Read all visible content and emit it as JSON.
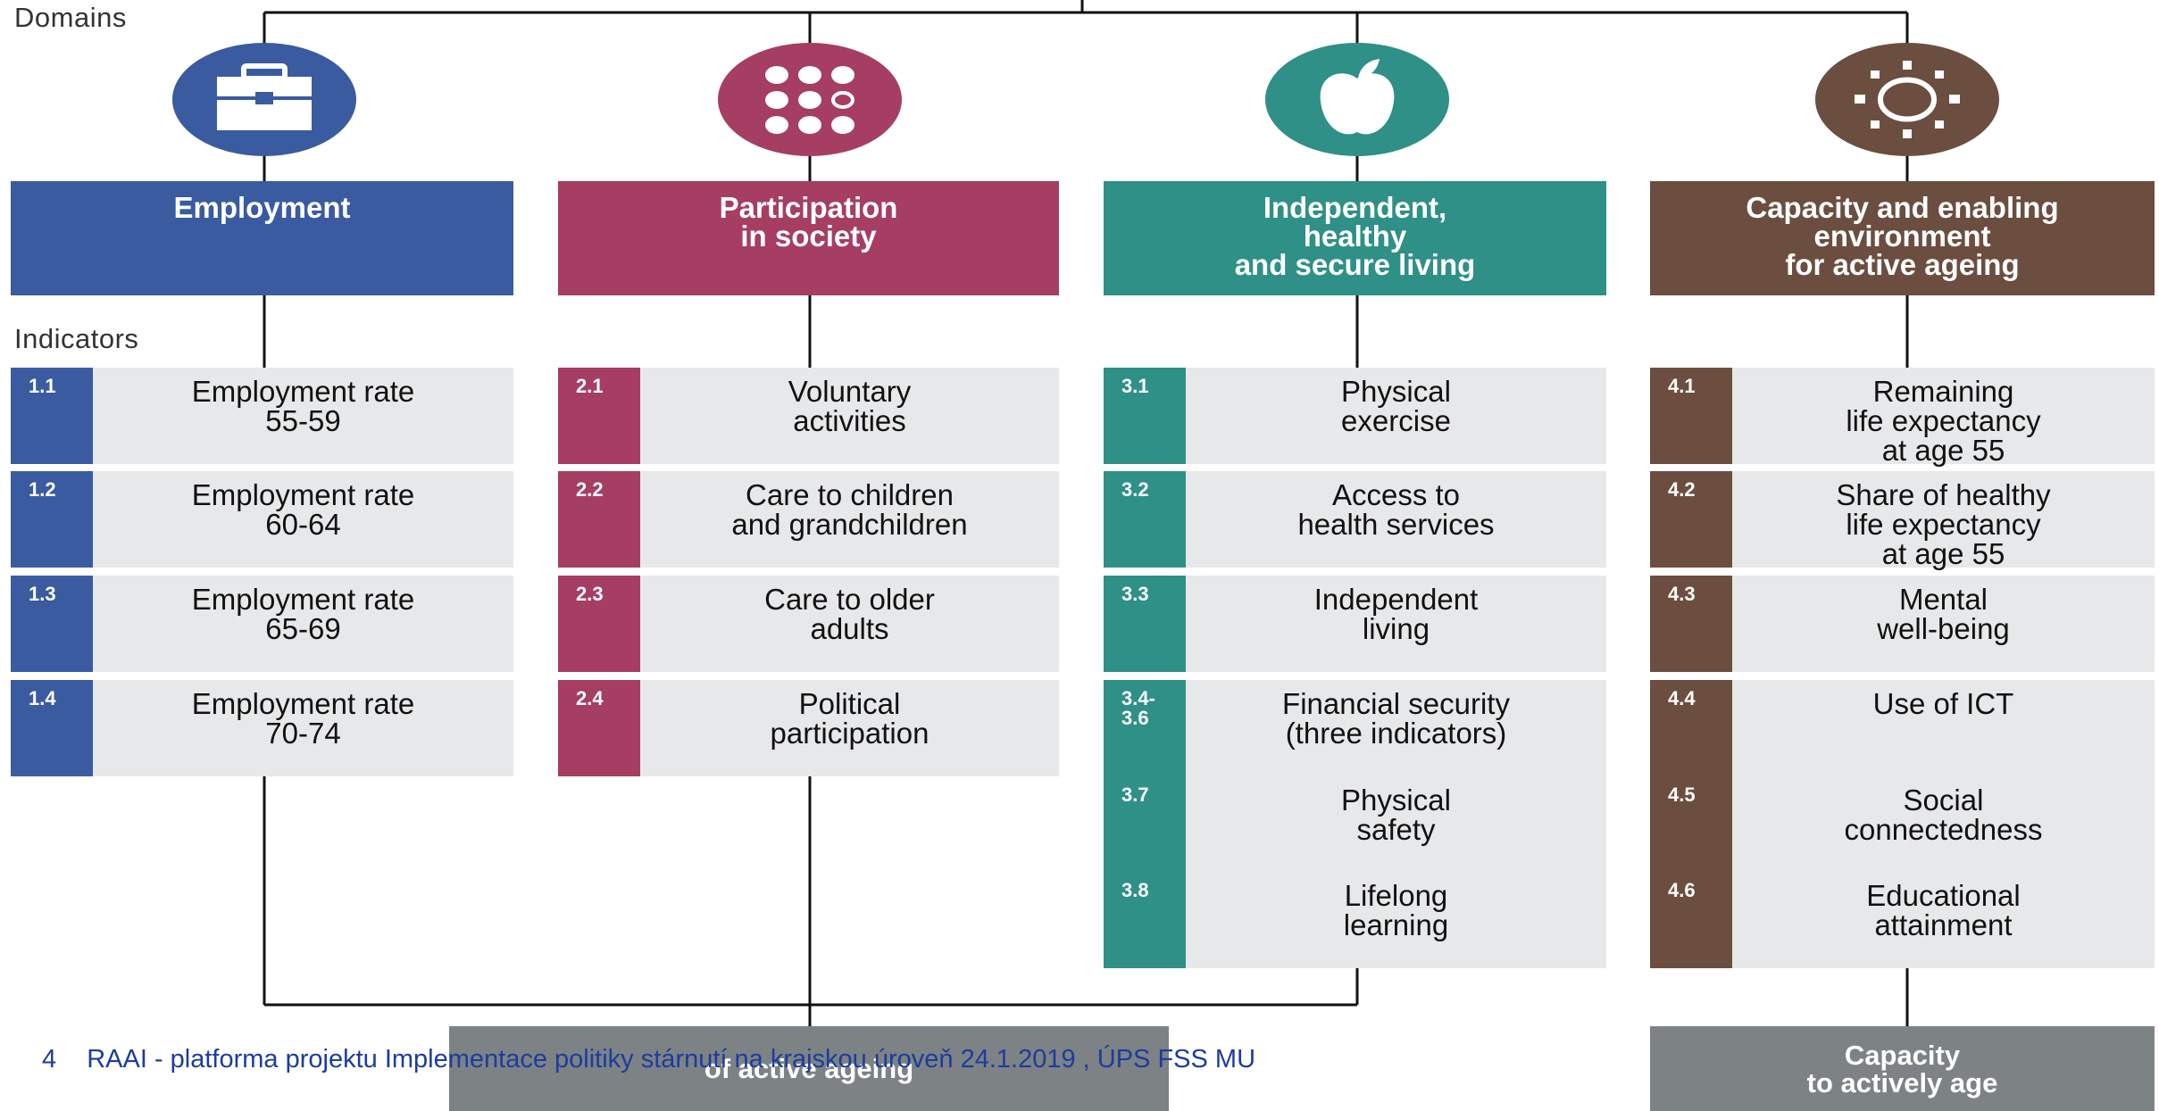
{
  "labels": {
    "domains": "Domains",
    "indicators": "Indicators"
  },
  "colors": {
    "employment": "#3a5ba0",
    "participation": "#a63d62",
    "independent": "#2e9086",
    "capacity": "#6b4e3f",
    "outcome": "#7d8285",
    "line": "#111111",
    "footer": "#1c3c9e"
  },
  "domains": [
    {
      "name": "Employment",
      "lines": [
        "Employment"
      ],
      "icon": "briefcase-icon",
      "color": "#3a5ba0"
    },
    {
      "name": "Participation in society",
      "lines": [
        "Participation",
        "in society"
      ],
      "icon": "dots-grid-icon",
      "color": "#a63d62"
    },
    {
      "name": "Independent, healthy and secure living",
      "lines": [
        "Independent,",
        "healthy",
        "and secure living"
      ],
      "icon": "apple-icon",
      "color": "#2e9086"
    },
    {
      "name": "Capacity and enabling environment for active ageing",
      "lines": [
        "Capacity and enabling",
        "environment",
        "for active ageing"
      ],
      "icon": "sun-icon",
      "color": "#6b4e3f"
    }
  ],
  "indicators": [
    [
      {
        "num": "1.1",
        "label": "Employment rate\n55-59"
      },
      {
        "num": "1.2",
        "label": "Employment rate\n60-64"
      },
      {
        "num": "1.3",
        "label": "Employment rate\n65-69"
      },
      {
        "num": "1.4",
        "label": "Employment rate\n70-74"
      }
    ],
    [
      {
        "num": "2.1",
        "label": "Voluntary\nactivities"
      },
      {
        "num": "2.2",
        "label": "Care to children\nand grandchildren"
      },
      {
        "num": "2.3",
        "label": "Care to older\nadults"
      },
      {
        "num": "2.4",
        "label": "Political\nparticipation"
      }
    ],
    [
      {
        "num": "3.1",
        "label": "Physical\nexercise"
      },
      {
        "num": "3.2",
        "label": "Access to\nhealth services"
      },
      {
        "num": "3.3",
        "label": "Independent\nliving"
      },
      {
        "num": "3.4-\n3.6",
        "label": "Financial security\n(three indicators)"
      },
      {
        "num": "3.7",
        "label": "Physical\nsafety"
      },
      {
        "num": "3.8",
        "label": "Lifelong\nlearning"
      }
    ],
    [
      {
        "num": "4.1",
        "label": "Remaining\nlife expectancy\nat age 55"
      },
      {
        "num": "4.2",
        "label": "Share of healthy\nlife expectancy\nat age 55"
      },
      {
        "num": "4.3",
        "label": "Mental\nwell-being"
      },
      {
        "num": "4.4",
        "label": "Use of ICT"
      },
      {
        "num": "4.5",
        "label": "Social\nconnectedness"
      },
      {
        "num": "4.6",
        "label": "Educational\nattainment"
      }
    ]
  ],
  "outcomes": [
    {
      "lines": [
        "",
        "of active ageing"
      ]
    },
    {
      "lines": [
        "Capacity",
        "to actively age"
      ]
    }
  ],
  "footer": {
    "page": "4",
    "text": "RAAI - platforma projektu Implementace politiky stárnutí na krajskou úroveň 24.1.2019 , ÚPS FSS MU"
  }
}
